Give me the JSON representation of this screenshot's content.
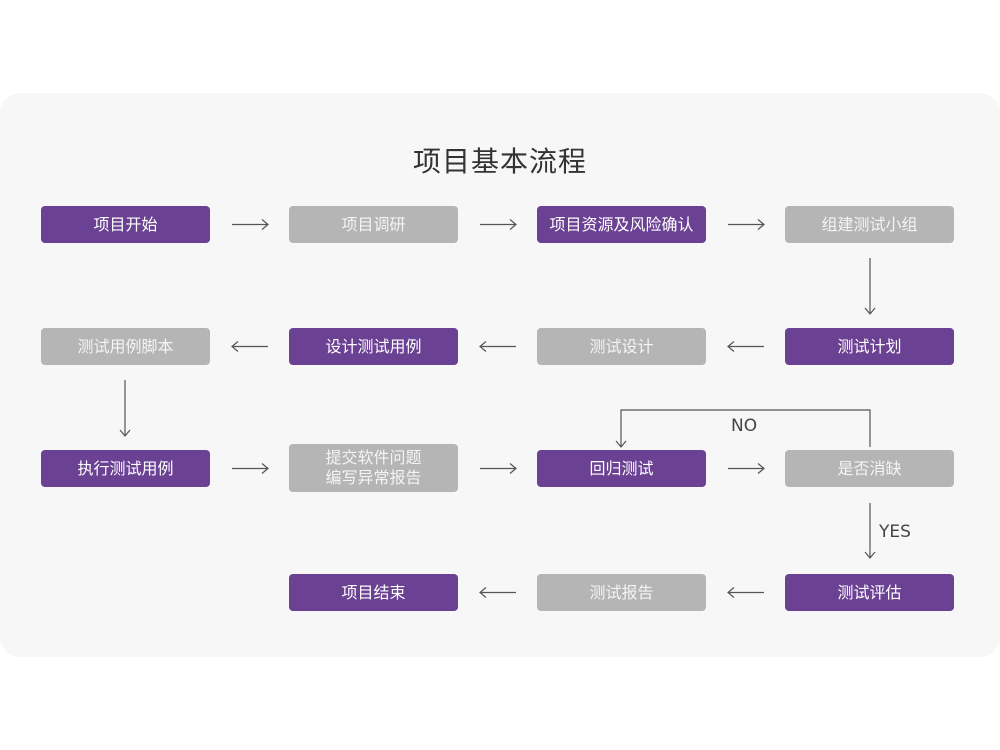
{
  "title": "项目基本流程",
  "colors": {
    "primary": "#6b4193",
    "secondary": "#b5b5b5",
    "background": "#f7f7f7",
    "arrow": "#555555"
  },
  "nodes": {
    "start": "项目开始",
    "research": "项目调研",
    "resources": "项目资源及风险确认",
    "team": "组建测试小组",
    "plan": "测试计划",
    "design": "测试设计",
    "cases": "设计测试用例",
    "scripts": "测试用例脚本",
    "execute": "执行测试用例",
    "submit_line1": "提交软件问题",
    "submit_line2": "编写异常报告",
    "regression": "回归测试",
    "decision": "是否消缺",
    "evaluate": "测试评估",
    "report": "测试报告",
    "end": "项目结束"
  },
  "labels": {
    "no": "NO",
    "yes": "YES"
  }
}
